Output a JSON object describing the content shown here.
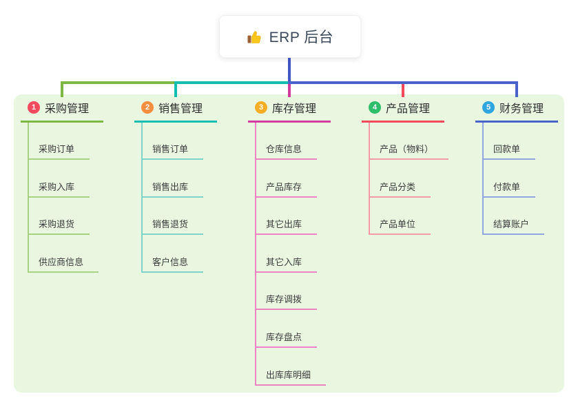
{
  "root": {
    "title": "ERP 后台",
    "icon": "thumbs-up-icon",
    "connector_color": "#4356c6"
  },
  "panel": {
    "background": "#e9f6e0"
  },
  "branches": [
    {
      "number": "1",
      "label": "采购管理",
      "badge_color": "#f5495e",
      "line_color": "#7eb842",
      "child_line_color": "#a9d381",
      "children": [
        "采购订单",
        "采购入库",
        "采购退货",
        "供应商信息"
      ]
    },
    {
      "number": "2",
      "label": "销售管理",
      "badge_color": "#f78d3f",
      "line_color": "#13bdb0",
      "child_line_color": "#7ed4c9",
      "children": [
        "销售订单",
        "销售出库",
        "销售退货",
        "客户信息"
      ]
    },
    {
      "number": "3",
      "label": "库存管理",
      "badge_color": "#f5ad25",
      "line_color": "#d23a9e",
      "child_line_color": "#ee82c3",
      "children": [
        "仓库信息",
        "产品库存",
        "其它出库",
        "其它入库",
        "库存调拨",
        "库存盘点",
        "出库库明细"
      ]
    },
    {
      "number": "4",
      "label": "产品管理",
      "badge_color": "#2dbf6c",
      "line_color": "#f24a5c",
      "child_line_color": "#f69aa7",
      "children": [
        "产品（物料）",
        "产品分类",
        "产品单位"
      ]
    },
    {
      "number": "5",
      "label": "财务管理",
      "badge_color": "#2ea6e0",
      "line_color": "#4a63cb",
      "child_line_color": "#93a5de",
      "children": [
        "回款单",
        "付款单",
        "结算账户"
      ]
    }
  ]
}
